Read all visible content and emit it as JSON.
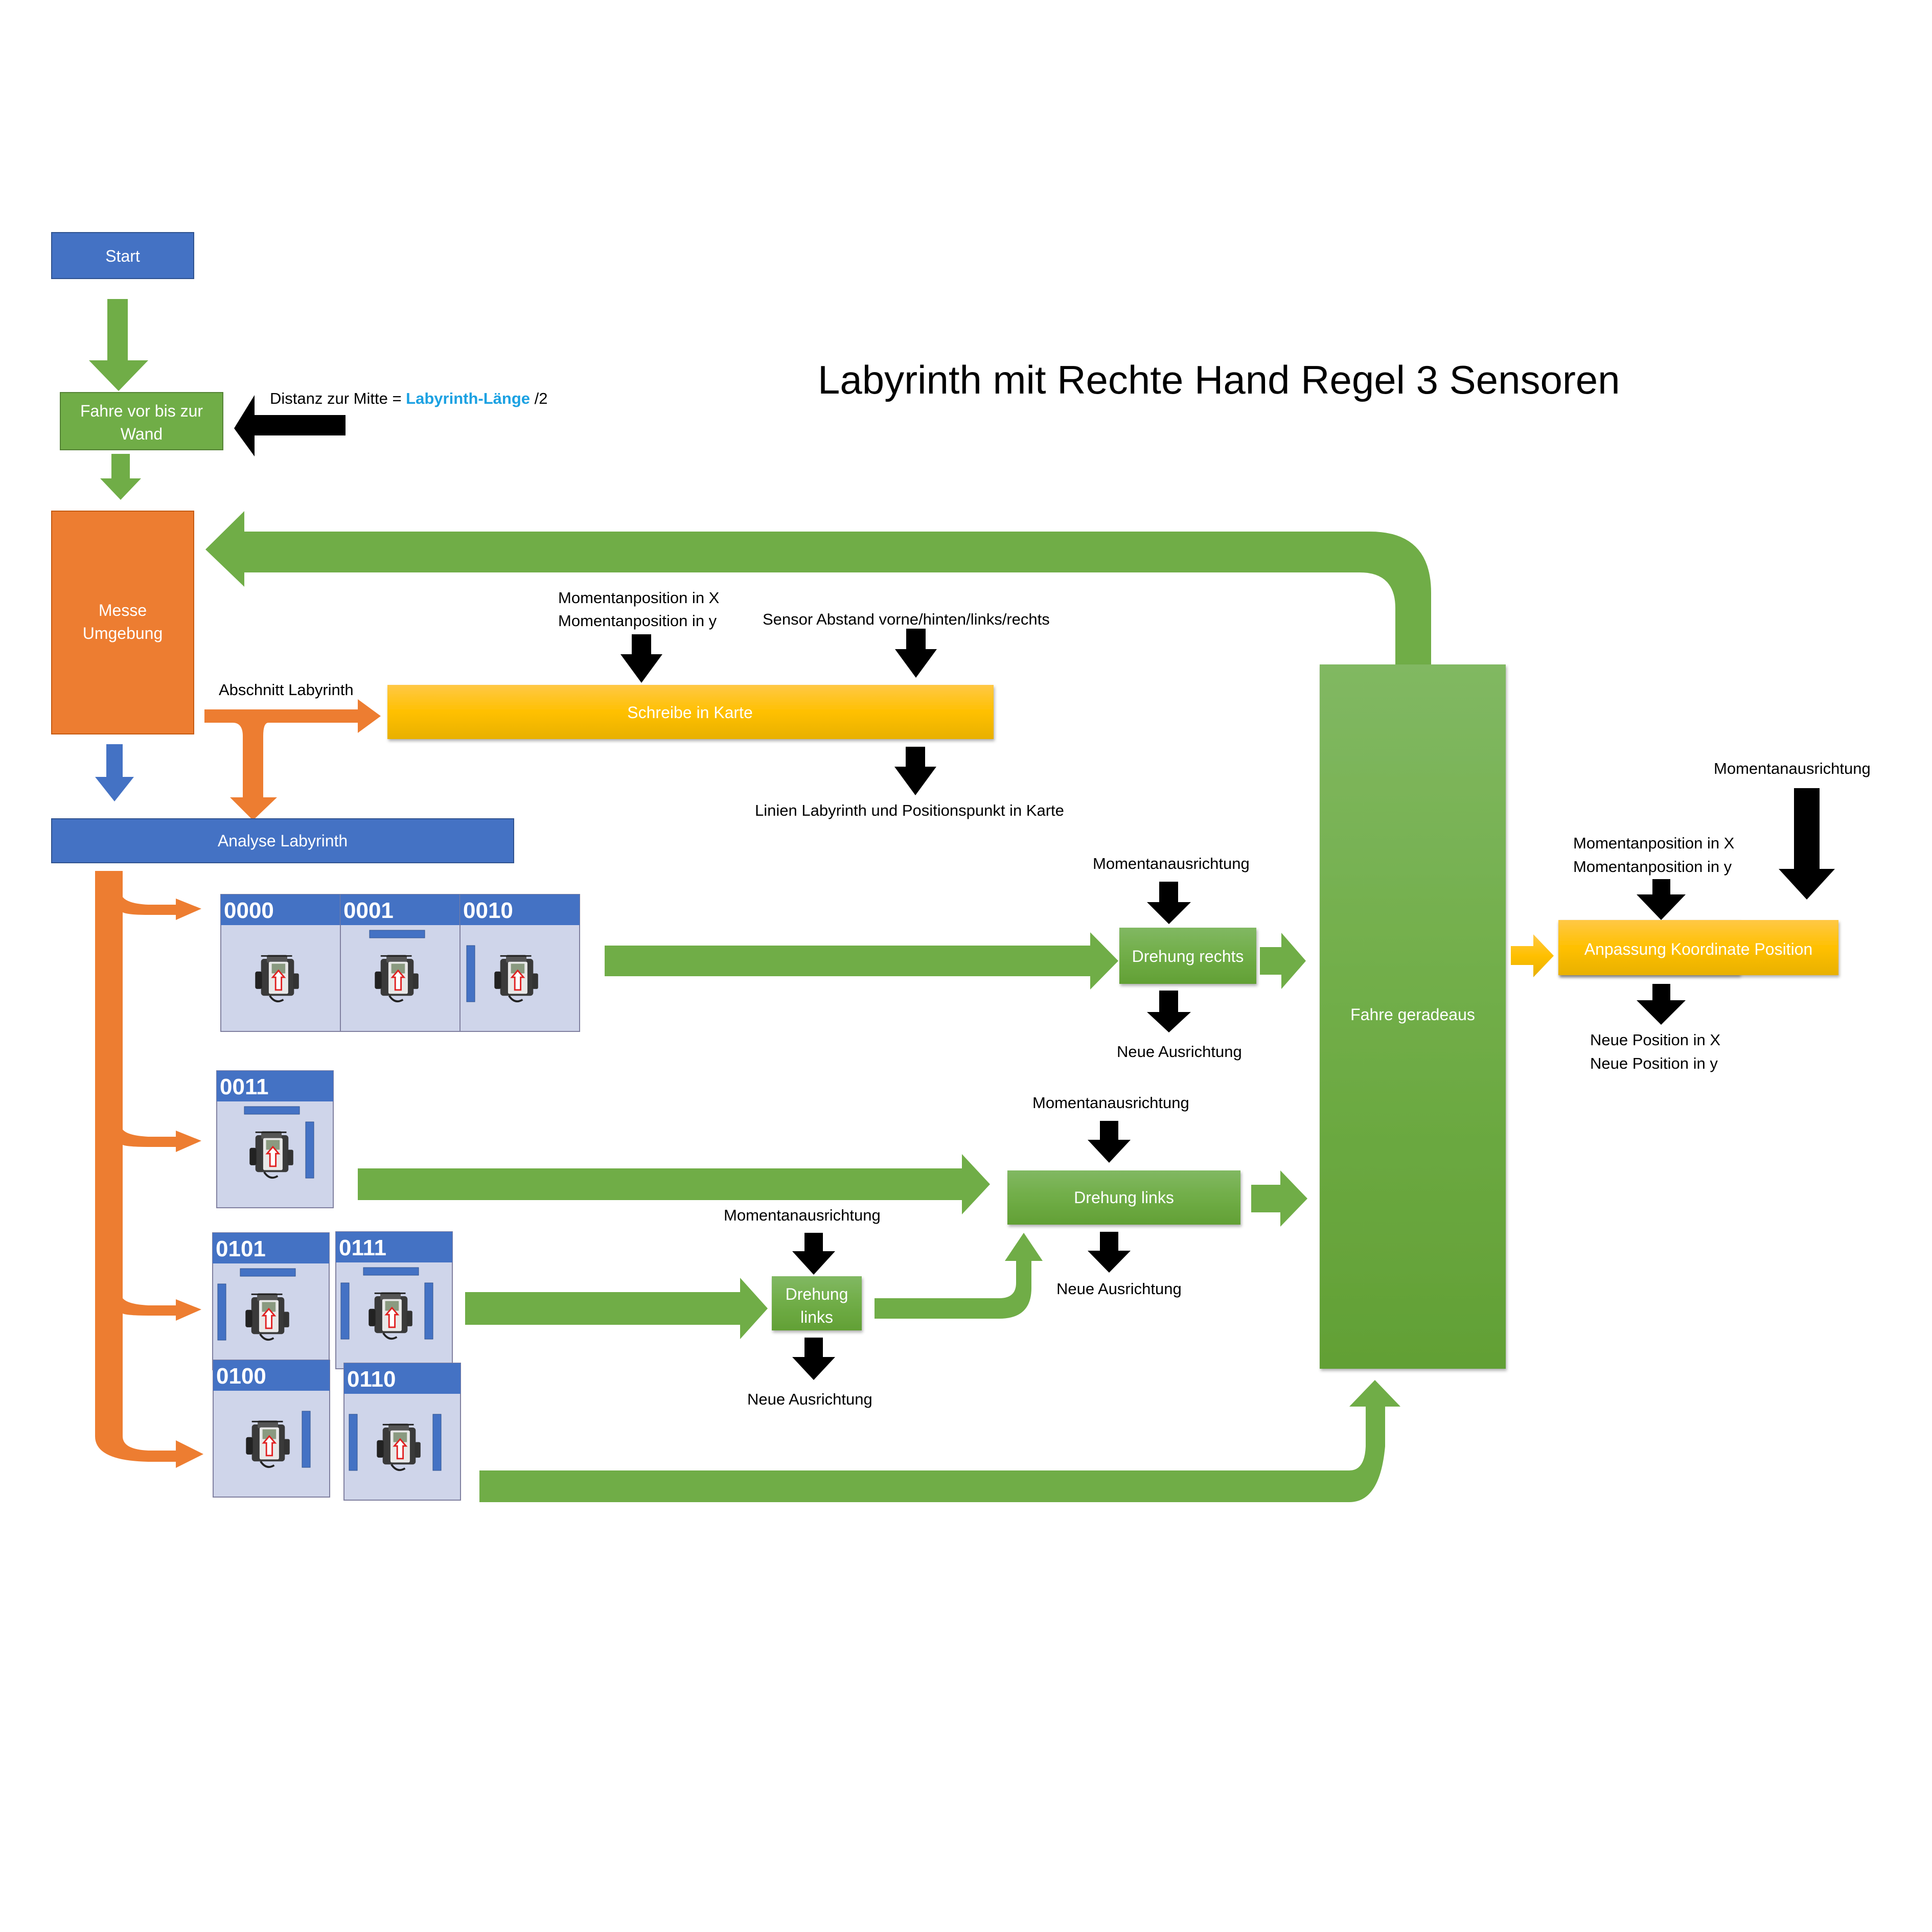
{
  "title": "Labyrinth mit Rechte Hand Regel 3 Sensoren",
  "colors": {
    "blue": "#4472C4",
    "green": "#70AD47",
    "orange": "#ED7D31",
    "yellow": "#FFC000",
    "cell_bg": "#CFD5EA",
    "black": "#000000",
    "link_blue": "#1BA1E2"
  },
  "boxes": {
    "start": "Start",
    "drive_to_wall_line1": "Fahre vor bis zur",
    "drive_to_wall_line2": "Wand",
    "measure_line1": "Messe",
    "measure_line2": "Umgebung",
    "write_map": "Schreibe in Karte",
    "analyse": "Analyse Labyrinth",
    "turn_right": "Drehung rechts",
    "turn_left": "Drehung links",
    "turn_left_small_line1": "Drehung",
    "turn_left_small_line2": "links",
    "drive_straight": "Fahre geradeaus",
    "adjust_position": "Anpassung Koordinate Position"
  },
  "labels": {
    "distance_prefix": "Distanz zur Mitte = ",
    "distance_link": "Labyrinth-Länge",
    "distance_suffix": " /2",
    "section": "Abschnitt Labyrinth",
    "pos_x": "Momentanposition in X",
    "pos_y": "Momentanposition in y",
    "sensor": "Sensor Abstand vorne/hinten/links/rechts",
    "map_output": "Linien Labyrinth und Positionspunkt in Karte",
    "orientation": "Momentanausrichtung",
    "new_orientation": "Neue Ausrichtung",
    "new_pos_x": "Neue Position in X",
    "new_pos_y": "Neue Position in y"
  },
  "cases": [
    {
      "code": "0000",
      "walls": []
    },
    {
      "code": "0001",
      "walls": [
        "front"
      ]
    },
    {
      "code": "0010",
      "walls": [
        "left"
      ]
    },
    {
      "code": "0011",
      "walls": [
        "front",
        "right"
      ]
    },
    {
      "code": "0101",
      "walls": [
        "front",
        "left"
      ]
    },
    {
      "code": "0111",
      "walls": [
        "front",
        "left",
        "right"
      ]
    },
    {
      "code": "0100",
      "walls": [
        "right"
      ]
    },
    {
      "code": "0110",
      "walls": [
        "left",
        "right"
      ]
    }
  ]
}
